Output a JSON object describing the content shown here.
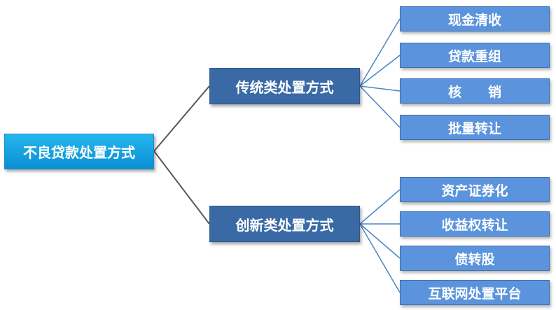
{
  "root": {
    "label": "不良贷款处置方式"
  },
  "categories": [
    {
      "label": "传统类处置方式",
      "items": [
        "现金清收",
        "贷款重组",
        "核　　销",
        "批量转让"
      ]
    },
    {
      "label": "创新类处置方式",
      "items": [
        "资产证券化",
        "收益权转让",
        "债转股",
        "互联网处置平台"
      ]
    }
  ],
  "colors": {
    "root_fill": "#1aa7e6",
    "category_fill": "#3a6aa6",
    "item_fill": "#5b94dc",
    "root_connector": "#595959",
    "item_connector": "#4a86c8"
  }
}
